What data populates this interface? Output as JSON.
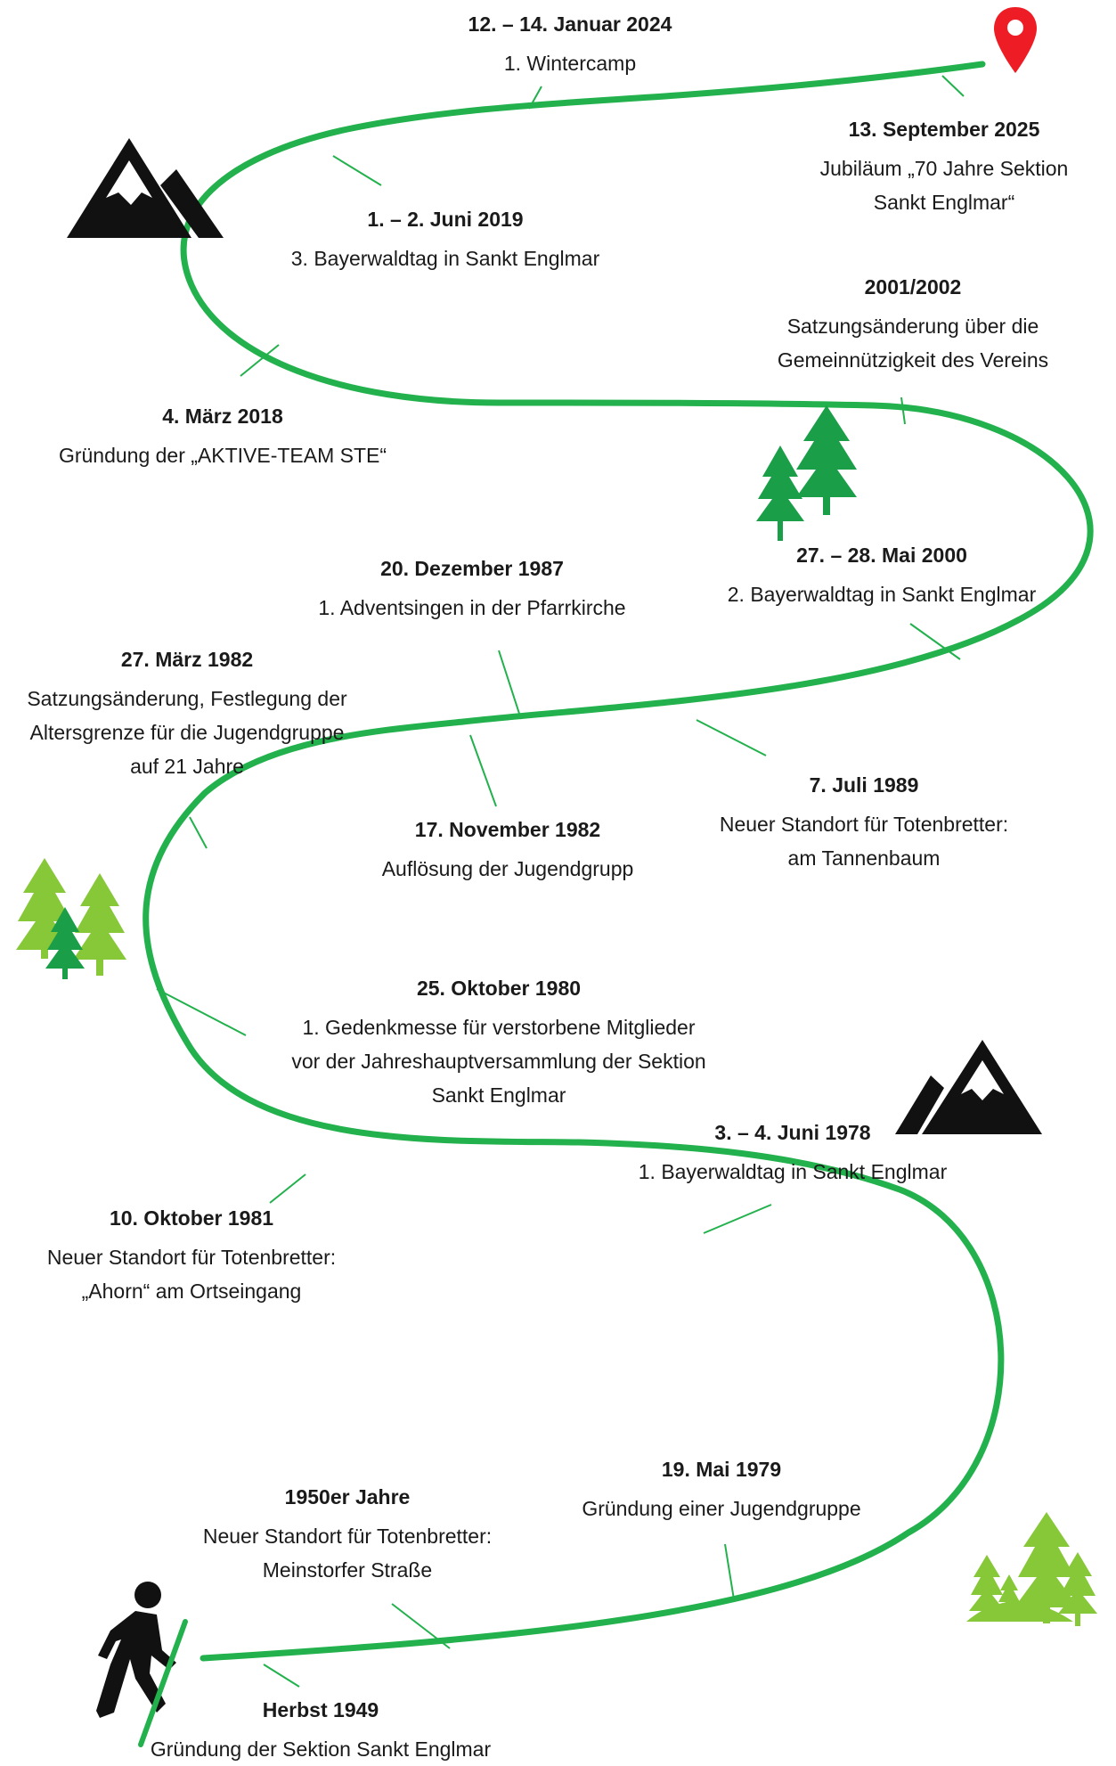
{
  "colors": {
    "path": "#22b14c",
    "tick": "#22b14c",
    "mountain": "#111111",
    "pin": "#ee1c24",
    "tree_dark": "#1a9e48",
    "tree_light": "#86c837",
    "hiker": "#111111"
  },
  "icons": [
    "mountain-icon",
    "location-pin-icon",
    "trees-icon",
    "hiker-icon"
  ],
  "events": [
    {
      "date": "12. – 14. Januar 2024",
      "desc": "1. Wintercamp"
    },
    {
      "date": "13. September 2025",
      "desc": "Jubiläum „70 Jahre Sektion\nSankt Englmar“"
    },
    {
      "date": "1. – 2. Juni 2019",
      "desc": "3. Bayerwaldtag in Sankt Englmar"
    },
    {
      "date": "2001/2002",
      "desc": "Satzungsänderung über die\nGemeinnützigkeit des Vereins"
    },
    {
      "date": "4. März 2018",
      "desc": "Gründung der „AKTIVE-TEAM STE“"
    },
    {
      "date": "27. – 28. Mai 2000",
      "desc": "2. Bayerwaldtag in Sankt Englmar"
    },
    {
      "date": "20. Dezember 1987",
      "desc": "1. Adventsingen in der Pfarrkirche"
    },
    {
      "date": "27. März 1982",
      "desc": "Satzungsänderung, Festlegung der\nAltersgrenze für die Jugendgruppe\nauf 21 Jahre"
    },
    {
      "date": "7. Juli 1989",
      "desc": "Neuer Standort für Totenbretter:\nam Tannenbaum"
    },
    {
      "date": "17. November 1982",
      "desc": "Auflösung der Jugendgrupp"
    },
    {
      "date": "25. Oktober 1980",
      "desc": "1. Gedenkmesse für verstorbene Mitglieder\nvor der Jahreshauptversammlung der Sektion\nSankt Englmar"
    },
    {
      "date": "3. – 4. Juni 1978",
      "desc": "1. Bayerwaldtag in Sankt Englmar"
    },
    {
      "date": "10. Oktober 1981",
      "desc": "Neuer Standort für Totenbretter:\n„Ahorn“ am Ortseingang"
    },
    {
      "date": "19. Mai 1979",
      "desc": "Gründung einer Jugendgruppe"
    },
    {
      "date": "1950er Jahre",
      "desc": "Neuer Standort für Totenbretter:\nMeinstorfer Straße"
    },
    {
      "date": "Herbst 1949",
      "desc": "Gründung der Sektion Sankt Englmar"
    }
  ]
}
